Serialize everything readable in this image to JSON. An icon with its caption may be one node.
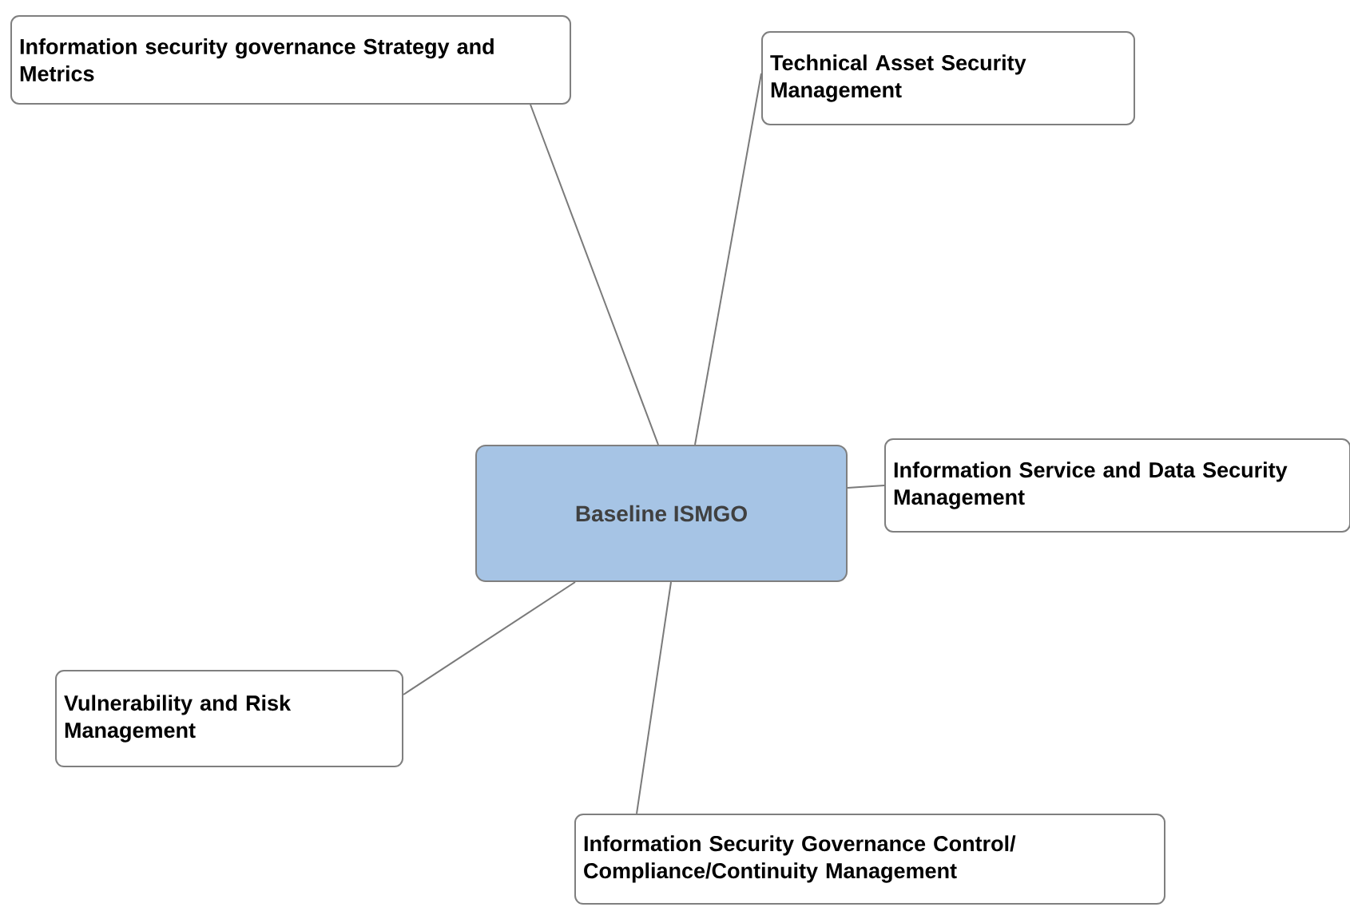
{
  "diagram": {
    "nodes": [
      {
        "text": [
          "Baseline ISMGO"
        ]
      },
      {
        "text": [
          "Information security governance Strategy and Metrics"
        ]
      },
      {
        "text": [
          "Technical Asset Security Management"
        ]
      },
      {
        "text": [
          "Information Service and Data Security Management"
        ]
      },
      {
        "text": [
          "Vulnerability and Risk Management"
        ]
      },
      {
        "text": [
          "Information Security Governance Control/ Compliance/Continuity Management"
        ]
      }
    ],
    "edges": [
      {
        "from": 0,
        "to": 1,
        "arrow": "none"
      },
      {
        "from": 0,
        "to": 2,
        "arrow": "none"
      },
      {
        "from": 0,
        "to": 3,
        "arrow": "none"
      },
      {
        "from": 0,
        "to": 4,
        "arrow": "none"
      },
      {
        "from": 0,
        "to": 5,
        "arrow": "none"
      }
    ]
  }
}
